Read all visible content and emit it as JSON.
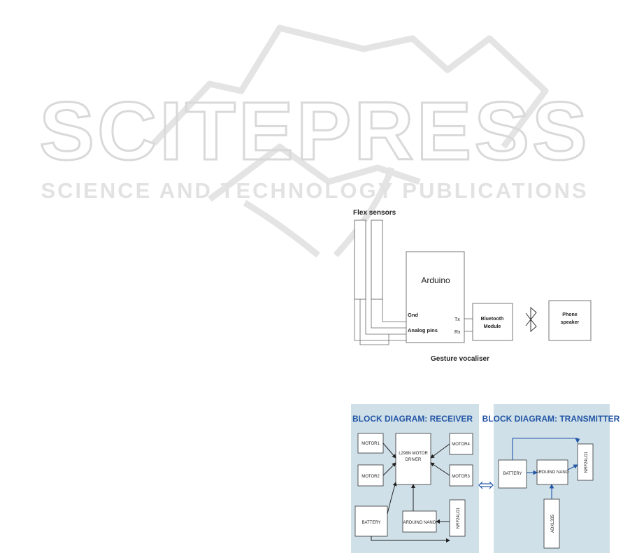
{
  "watermark": {
    "title": "SCITEPRESS",
    "subtitle": "SCIENCE AND TECHNOLOGY PUBLICATIONS"
  },
  "gesture_diagram": {
    "flex_sensors_label": "Flex sensors",
    "arduino_label": "Arduino",
    "gnd_label": "Gnd",
    "analog_pins_label": "Analog pins",
    "tx_label": "Tx",
    "rx_label": "Rx",
    "bluetooth_line1": "Bluetooth",
    "bluetooth_line2": "Module",
    "bluetooth_icon": "bluetooth-icon",
    "phone_line1": "Phone",
    "phone_line2": "speaker",
    "caption": "Gesture vocaliser"
  },
  "receiver": {
    "title": "BLOCK DIAGRAM: RECEIVER",
    "panel_color": "#cfe0e8",
    "title_color": "#2456a6",
    "motor1": "MOTOR1",
    "motor2": "MOTOR2",
    "motor3": "MOTOR3",
    "motor4": "MOTOR4",
    "driver_line1": "L298N MOTOR",
    "driver_line2": "DRIVER",
    "battery": "BATTERY",
    "arduino_nano": "ARDUINO NANO",
    "nrf": "NRF24LO1"
  },
  "transmitter": {
    "title": "BLOCK DIAGRAM: TRANSMITTER",
    "battery": "BATTERY",
    "arduino_nano": "ARDUINO NANO",
    "nrf": "NRF24LO1",
    "adxl": "ADXL335"
  },
  "link_arrow_color": "#2456a6"
}
